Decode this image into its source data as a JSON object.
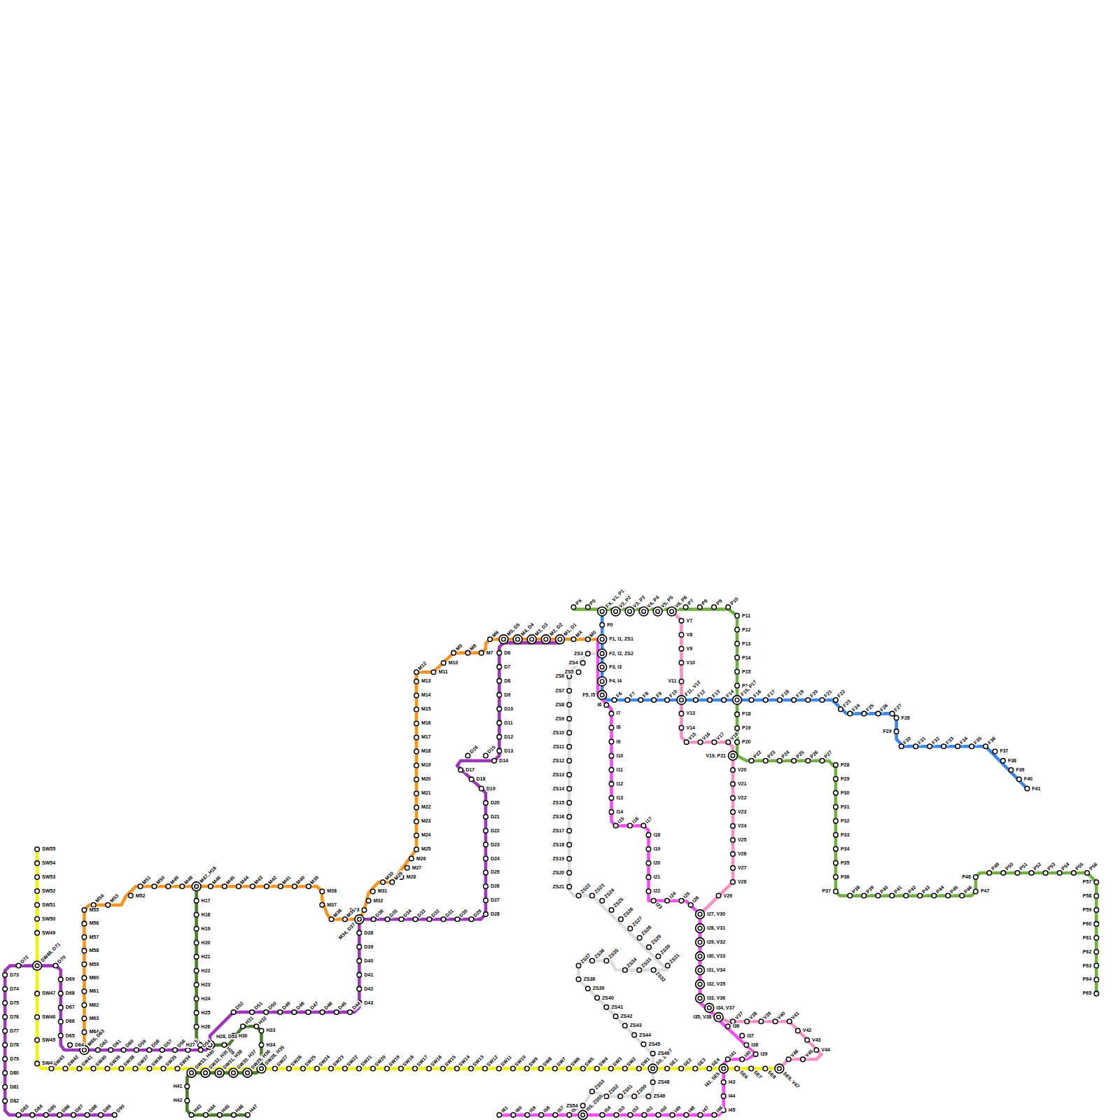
{
  "diagram": {
    "labels": [
      "PX",
      "P0",
      "FX, V1, P1",
      "V2, P2",
      "V3, P3",
      "V4, P4",
      "V5, P5",
      "V6, P6",
      "P7",
      "P8",
      "P9",
      "P10",
      "P11",
      "P12",
      "P13",
      "P14",
      "P15",
      "P16",
      "F15, P17",
      "P18",
      "P19",
      "P20",
      "V19, P21",
      "P22",
      "P23",
      "P24",
      "P25",
      "P26",
      "P27",
      "P28",
      "P29",
      "P30",
      "P31",
      "P32",
      "P33",
      "P34",
      "P35",
      "P36",
      "P37",
      "P38",
      "P39",
      "P40",
      "P41",
      "P42",
      "P43",
      "P44",
      "P45",
      "P46",
      "P47",
      "P48",
      "P49",
      "P50",
      "P51",
      "P52",
      "P53",
      "P54",
      "P55",
      "P56",
      "P57",
      "P58",
      "P59",
      "P60",
      "P61",
      "P62",
      "P63",
      "P64",
      "P65",
      "F0",
      "F1, I1, ZS1",
      "F2, I2, ZS2",
      "F3, I3",
      "F4, I4",
      "F5, I5",
      "F6",
      "F7",
      "F8",
      "F9",
      "F10",
      "F11, V12",
      "F12",
      "F13",
      "F14",
      "F16",
      "F17",
      "F18",
      "F19",
      "F20",
      "F21",
      "F22",
      "F23",
      "F24",
      "F25",
      "F26",
      "F27",
      "F28",
      "F29",
      "F30",
      "F31",
      "F32",
      "F33",
      "F34",
      "F35",
      "F36",
      "F37",
      "F38",
      "F39",
      "F40",
      "F41",
      "MX",
      "M0",
      "M1, D1",
      "M2, D2",
      "M3, D3",
      "M4, D4",
      "M5, D5",
      "M6",
      "M7",
      "M8",
      "M9",
      "M10",
      "M11",
      "M12",
      "M13",
      "M14",
      "M15",
      "M16",
      "M17",
      "M18",
      "M19",
      "M20",
      "M21",
      "M22",
      "M23",
      "M24",
      "M25",
      "M26",
      "M27",
      "M28",
      "M29",
      "M30",
      "M31",
      "M32",
      "M33",
      "M34, D37",
      "M35",
      "M36",
      "M37",
      "M38",
      "M39",
      "M40",
      "M41",
      "M42",
      "M43",
      "M44",
      "M45",
      "M46",
      "M47, H16",
      "M48",
      "M49",
      "M50",
      "M51",
      "M52",
      "M53",
      "M54",
      "M55",
      "M56",
      "M57",
      "M58",
      "M59",
      "M60",
      "M61",
      "M62",
      "M63",
      "M64",
      "M65, D63",
      "D6",
      "D7",
      "D8",
      "D9",
      "D10",
      "D11",
      "D12",
      "D13",
      "D14",
      "D15",
      "D16",
      "D17",
      "D18",
      "D19",
      "D20",
      "D21",
      "D22",
      "D23",
      "D24",
      "D25",
      "D26",
      "D27",
      "D28",
      "D29",
      "D30",
      "D31",
      "D32",
      "D33",
      "D34",
      "D35",
      "D36",
      "D38",
      "D39",
      "D40",
      "D41",
      "D42",
      "D43",
      "D44",
      "D45",
      "D46",
      "D47",
      "D48",
      "D49",
      "D50",
      "D51",
      "D52",
      "H28, D53",
      "D54",
      "D55",
      "D56",
      "D57",
      "D58",
      "D59",
      "D60",
      "D61",
      "D62",
      "D64",
      "D65",
      "D66",
      "D67",
      "D68",
      "D69",
      "D70",
      "SW48, D71",
      "D72",
      "D73",
      "D74",
      "D75",
      "D76",
      "D77",
      "D78",
      "D79",
      "D80",
      "D81",
      "D82",
      "D83",
      "D84",
      "D85",
      "D86",
      "D87",
      "D88",
      "D89",
      "D90",
      "SW55",
      "SW54",
      "SW53",
      "SW52",
      "SW51",
      "SW50",
      "SW49",
      "SW47",
      "SW46",
      "SW45",
      "SW44",
      "SW43",
      "SW42",
      "SW41",
      "SW40",
      "SW39",
      "SW38",
      "SW37",
      "SW36",
      "SW35",
      "SW34",
      "SW33, H40",
      "SW32, H39",
      "SW31, H38",
      "SW30, H37",
      "SW29, H36",
      "SW28, H35",
      "SW27",
      "SW26",
      "SW25",
      "SW24",
      "SW23",
      "SW22",
      "SW21",
      "SW20",
      "SW19",
      "SW18",
      "SW17",
      "SW16",
      "SW15",
      "SW14",
      "SW13",
      "SW12",
      "SW11",
      "SW10",
      "SW9",
      "SW8",
      "SW7",
      "SW6",
      "SW5",
      "SW4",
      "SW3",
      "SW2",
      "SW1",
      "S0, ZS47",
      "SE1",
      "SE2",
      "SE3",
      "SE4",
      "I42, SE5",
      "SE6",
      "SE7",
      "SE8",
      "SE9, V47",
      "H17",
      "H18",
      "H19",
      "H20",
      "H21",
      "H22",
      "H23",
      "H24",
      "H25",
      "H26",
      "H27",
      "H29",
      "H30",
      "H31",
      "H32",
      "H33",
      "H34",
      "H41",
      "H42",
      "H43",
      "H44",
      "H45",
      "H46",
      "H47",
      "V7",
      "V8",
      "V9",
      "V10",
      "V11",
      "V13",
      "V14",
      "V15",
      "V16",
      "V17",
      "V18",
      "V20",
      "V21",
      "V22",
      "V23",
      "V24",
      "V25",
      "V26",
      "V27",
      "V28",
      "V29",
      "I27, V30",
      "I28, V31",
      "I29, V32",
      "I30, V33",
      "I31, V34",
      "I32, V35",
      "I33, V36",
      "I34, V37",
      "I35, V38",
      "V37",
      "V38",
      "V39",
      "V40",
      "V41",
      "V42",
      "V43",
      "V44",
      "V45",
      "V46",
      "I6",
      "I7",
      "I8",
      "I9",
      "I10",
      "I11",
      "I12",
      "I13",
      "I14",
      "I15",
      "I16",
      "I17",
      "I18",
      "I19",
      "I20",
      "I21",
      "I22",
      "I23",
      "I24",
      "I25",
      "I26",
      "I36",
      "I37",
      "I38",
      "I39",
      "I40",
      "I41",
      "I43",
      "I44",
      "I45",
      "I46",
      "I47",
      "I48",
      "I49",
      "I50",
      "I51",
      "I52",
      "I53",
      "I54",
      "I55, ZS55",
      "I56",
      "I57",
      "I58",
      "I59",
      "I60",
      "I61",
      "ZS3",
      "ZS4",
      "ZS5",
      "ZS6",
      "ZS7",
      "ZS8",
      "ZS9",
      "ZS10",
      "ZS11",
      "ZS12",
      "ZS13",
      "ZS14",
      "ZS15",
      "ZS16",
      "ZS17",
      "ZS18",
      "ZS19",
      "ZS20",
      "ZS21",
      "ZS22",
      "ZS23",
      "ZS24",
      "ZS25",
      "ZS26",
      "ZS27",
      "ZS28",
      "ZS29",
      "ZS30",
      "ZS31",
      "ZS32",
      "ZS33",
      "ZS34",
      "ZS35",
      "ZS36",
      "ZS37",
      "ZS38",
      "ZS39",
      "ZS40",
      "ZS41",
      "ZS42",
      "ZS43",
      "ZS44",
      "ZS45",
      "ZS46",
      "ZS48",
      "ZS49",
      "ZS50",
      "ZS51",
      "ZS52",
      "ZS53",
      "ZS54"
    ]
  }
}
